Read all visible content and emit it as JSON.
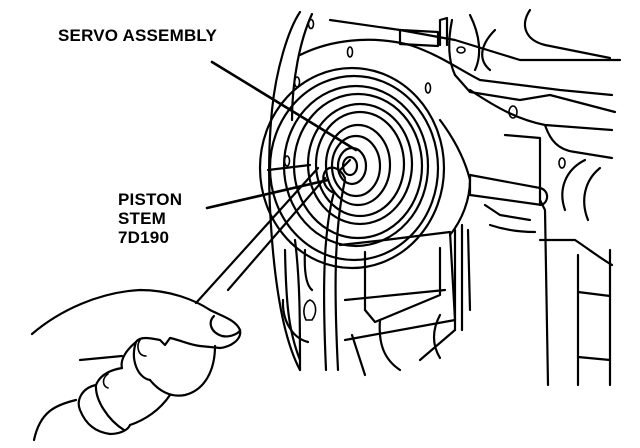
{
  "figure": {
    "title": "Servo assembly removal",
    "background": "#ffffff",
    "ink": "#000000"
  },
  "callouts": [
    {
      "id": "servo-assembly",
      "lines": [
        "SERVO ASSEMBLY"
      ]
    },
    {
      "id": "piston-stem",
      "lines": [
        "PISTON",
        "STEM",
        "7D190"
      ]
    }
  ]
}
